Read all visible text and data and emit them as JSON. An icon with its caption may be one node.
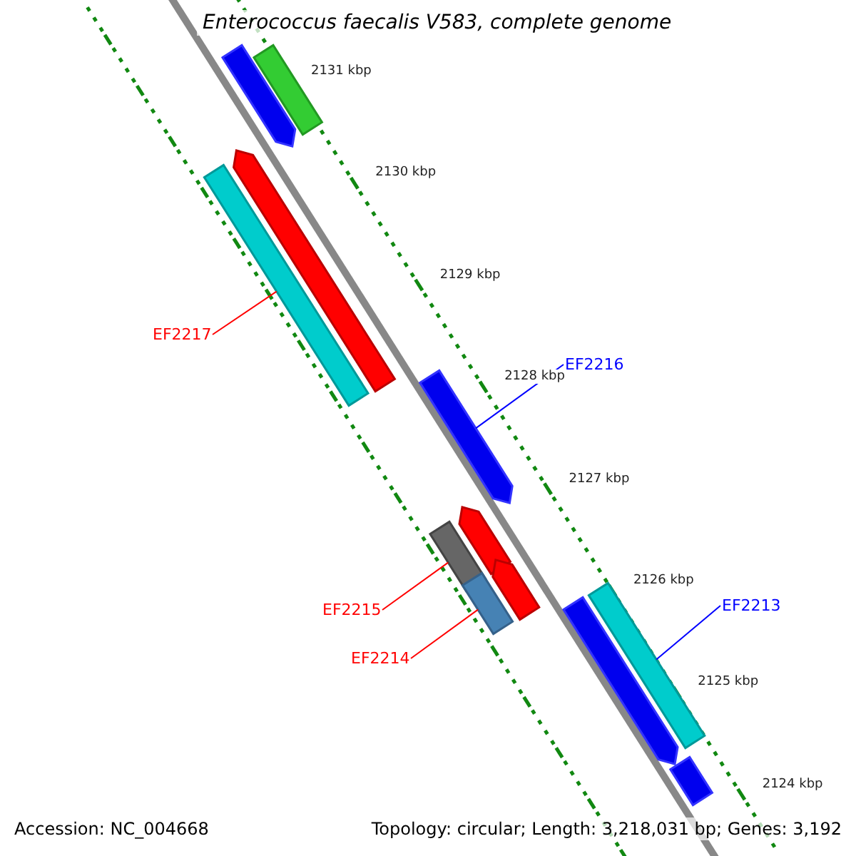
{
  "diagram": {
    "title": "Enterococcus faecalis V583, complete genome",
    "nodes": [
      {
        "text": [],
        "shape": "bar"
      },
      {
        "text": [],
        "shape": "bar"
      },
      {
        "text": [],
        "shape": "bar"
      },
      {
        "text": [],
        "shape": "bar"
      },
      {
        "text": [
          "EF2217"
        ]
      },
      {
        "text": [
          "EF2216"
        ]
      },
      {
        "text": [],
        "shape": "bar"
      },
      {
        "text": [],
        "shape": "bar"
      },
      {
        "text": [],
        "shape": "bar"
      },
      {
        "text": [],
        "shape": "bar"
      },
      {
        "text": [],
        "shape": "bar"
      },
      {
        "text": [
          "EF2213"
        ]
      },
      {
        "text": [],
        "shape": "bar"
      },
      {
        "text": [],
        "shape": "bar"
      },
      {
        "text": [
          "EF2215"
        ]
      },
      {
        "text": [
          "EF2214"
        ]
      },
      {
        "text": [],
        "shape": "bar"
      }
    ],
    "edges": [
      {
        "from": 4,
        "to": 3,
        "arrow": "none"
      },
      {
        "from": 5,
        "to": 6,
        "arrow": "none",
        "color": "#0000ff"
      },
      {
        "from": 14,
        "to": 8,
        "arrow": "none"
      },
      {
        "from": 15,
        "to": 10,
        "arrow": "none"
      },
      {
        "from": 11,
        "to": 12,
        "arrow": "none",
        "color": "#0000ff"
      }
    ],
    "labels": [
      "2131 kbp",
      "2130 kbp",
      "2129 kbp",
      "2128 kbp",
      "2127 kbp",
      "2126 kbp",
      "2125 kbp",
      "2124 kbp",
      "Accession: NC_004668",
      "Topology: circular; Length: 3,218,031 bp; Genes: 3,192"
    ]
  }
}
